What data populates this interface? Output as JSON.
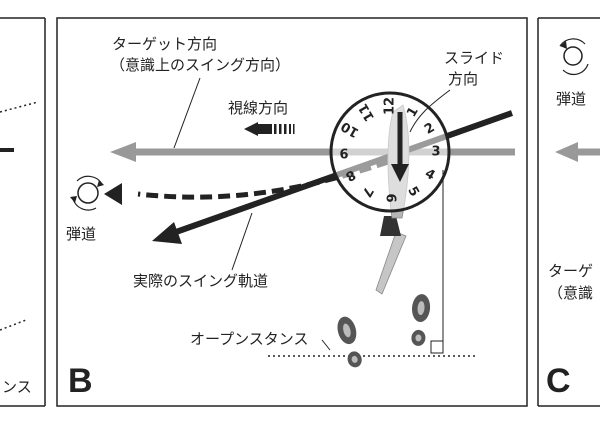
{
  "panel_left": {
    "label_tail": "ンス"
  },
  "panel_b": {
    "letter": "B",
    "target_line1": "ターゲット方向",
    "target_line2": "（意識上のスイング方向）",
    "gaze": "視線方向",
    "slide_line1": "スライド",
    "slide_line2": "方向",
    "trajectory": "弾道",
    "swing_path": "実際のスイング軌道",
    "open_stance": "オープンスタンス",
    "clock_numbers": [
      "12",
      "1",
      "2",
      "3",
      "4",
      "5",
      "6",
      "7",
      "8",
      "9",
      "10",
      "11"
    ]
  },
  "panel_c": {
    "letter": "C",
    "trajectory": "弾道",
    "target_frag1": "ターゲ",
    "target_frag2": "（意識"
  },
  "colors": {
    "gray_arrow": "#999999",
    "dark": "#222222",
    "club": "#b5b5b5"
  }
}
